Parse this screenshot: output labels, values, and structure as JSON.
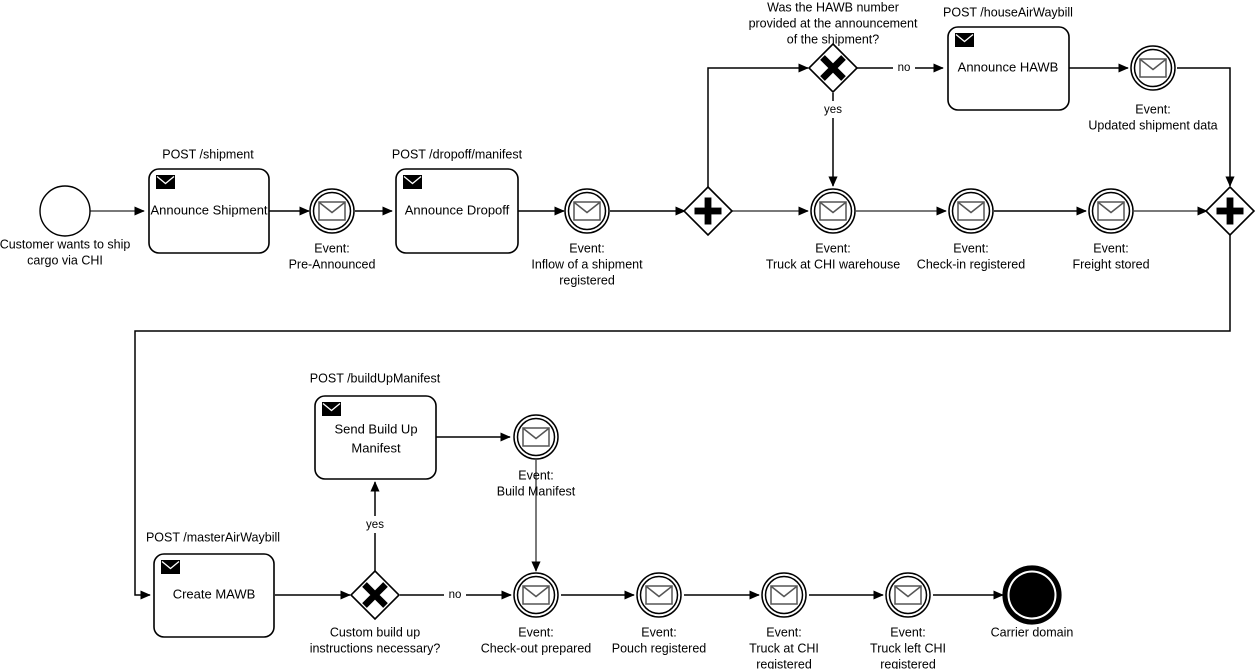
{
  "diagram": {
    "type": "bpmn-process-flow",
    "title": "",
    "background_color": "#ffffff",
    "line_color": "#000000",
    "shape_fill": "#ffffff"
  },
  "nodes": {
    "start_event": {
      "kind": "start-event",
      "label_lines": [
        "Customer wants to ship",
        "cargo via CHI"
      ]
    },
    "task_announce_shipment": {
      "kind": "send-task",
      "label_lines": [
        "Announce Shipment"
      ],
      "api": "POST /shipment"
    },
    "event_pre_announced": {
      "kind": "intermediate-message-event",
      "label_lines": [
        "Event:",
        "Pre-Announced"
      ]
    },
    "task_announce_dropoff": {
      "kind": "send-task",
      "label_lines": [
        "Announce Dropoff"
      ],
      "api": "POST /dropoff/manifest"
    },
    "event_inflow": {
      "kind": "intermediate-message-event",
      "label_lines": [
        "Event:",
        "Inflow of a shipment",
        "registered"
      ]
    },
    "gateway_parallel_split": {
      "kind": "parallel-gateway",
      "label_lines": []
    },
    "gateway_hawb": {
      "kind": "exclusive-gateway",
      "label_lines": [
        "Was the HAWB number",
        "provided at the announcement",
        "of the shipment?"
      ]
    },
    "task_announce_hawb": {
      "kind": "send-task",
      "label_lines": [
        "Announce HAWB"
      ],
      "api": "POST /houseAirWaybill"
    },
    "event_updated_shipment_data": {
      "kind": "intermediate-message-event",
      "label_lines": [
        "Event:",
        "Updated shipment data"
      ]
    },
    "event_truck_at_chi_warehouse": {
      "kind": "intermediate-message-event",
      "label_lines": [
        "Event:",
        "Truck at CHI warehouse"
      ]
    },
    "event_check_in_registered": {
      "kind": "intermediate-message-event",
      "label_lines": [
        "Event:",
        "Check-in registered"
      ]
    },
    "event_freight_stored": {
      "kind": "intermediate-message-event",
      "label_lines": [
        "Event:",
        "Freight stored"
      ]
    },
    "gateway_parallel_join": {
      "kind": "parallel-gateway",
      "label_lines": []
    },
    "task_create_mawb": {
      "kind": "send-task",
      "label_lines": [
        "Create MAWB"
      ],
      "api": "POST /masterAirWaybill"
    },
    "gateway_custom_buildup": {
      "kind": "exclusive-gateway",
      "label_lines": [
        "Custom build up",
        "instructions necessary?"
      ]
    },
    "task_send_build_up_manifest": {
      "kind": "send-task",
      "label_lines": [
        "Send Build Up",
        "Manifest"
      ],
      "api": "POST /buildUpManifest"
    },
    "event_build_manifest": {
      "kind": "intermediate-message-event",
      "label_lines": [
        "Event:",
        "Build Manifest"
      ]
    },
    "event_check_out_prepared": {
      "kind": "intermediate-message-event",
      "label_lines": [
        "Event:",
        "Check-out prepared"
      ]
    },
    "event_pouch_registered": {
      "kind": "intermediate-message-event",
      "label_lines": [
        "Event:",
        "Pouch registered"
      ]
    },
    "event_truck_at_chi_registered": {
      "kind": "intermediate-message-event",
      "label_lines": [
        "Event:",
        "Truck at CHI",
        "registered"
      ]
    },
    "event_truck_left_chi_registered": {
      "kind": "intermediate-message-event",
      "label_lines": [
        "Event:",
        "Truck left CHI",
        "registered"
      ]
    },
    "end_event": {
      "kind": "end-event",
      "label_lines": [
        "Carrier domain"
      ]
    }
  },
  "flow_labels": {
    "hawb_no": "no",
    "hawb_yes": "yes",
    "buildup_yes": "yes",
    "buildup_no": "no"
  }
}
